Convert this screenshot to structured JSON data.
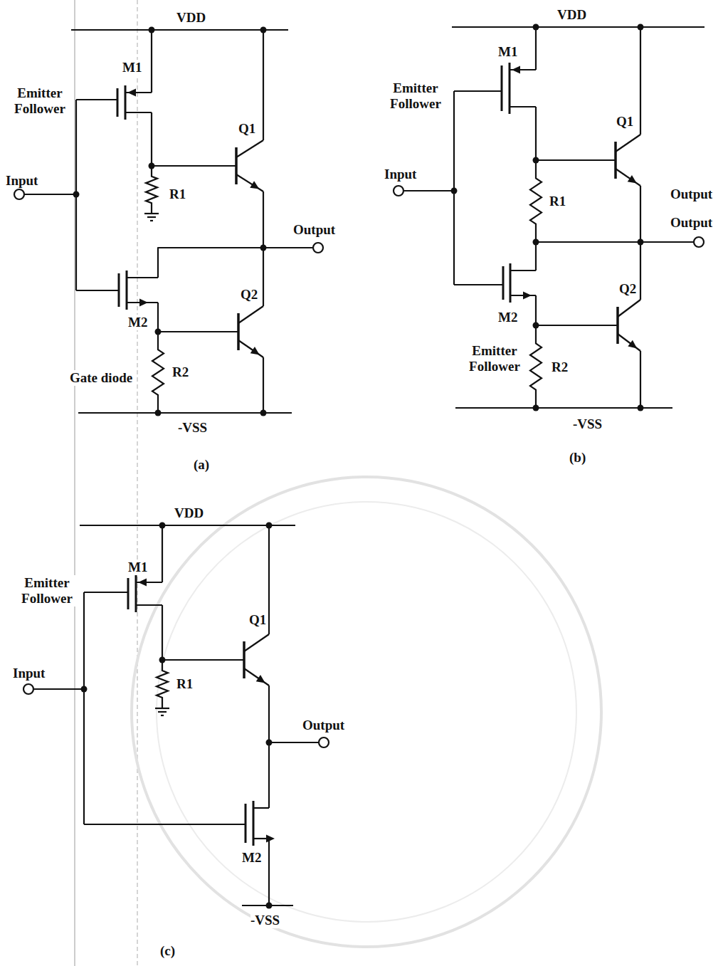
{
  "diagram": {
    "labels": [
      "VDD",
      "M1",
      "Emitter Follower",
      "Q1",
      "Input",
      "R1",
      "Output",
      "Q2",
      "M2",
      "Gate diode",
      "R2",
      "-VSS",
      "(a)",
      "VDD",
      "M1",
      "Emitter Follower",
      "Q1",
      "Input",
      "Output",
      "Output",
      "R1",
      "Q2",
      "M2",
      "Emitter Follower",
      "R2",
      "-VSS",
      "(b)",
      "VDD",
      "M1",
      "Emitter Follower",
      "Q1",
      "Input",
      "R1",
      "Output",
      "M2",
      "-VSS",
      "(c)"
    ]
  }
}
